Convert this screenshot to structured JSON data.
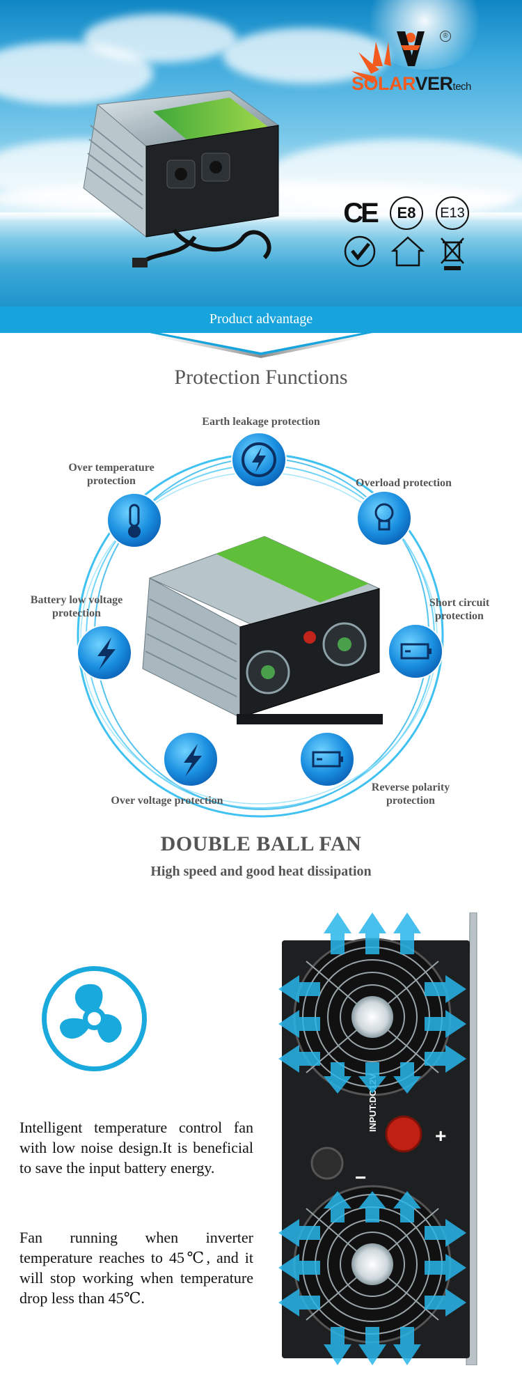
{
  "brand": {
    "logo_text_part1": "SOLAR",
    "logo_text_part2": "VER",
    "logo_text_part3": "tech",
    "registered_mark": "®",
    "colors": {
      "orange": "#f35a1e",
      "dark": "#1a1a1a"
    }
  },
  "certifications": {
    "ce": "CE",
    "e8": "E8",
    "e13": "E13",
    "icons": [
      "rohs-icon",
      "home-icon",
      "weee-icon"
    ]
  },
  "banner": {
    "label": "Product advantage",
    "color": "#17a3db"
  },
  "protection": {
    "title": "Protection Functions",
    "items": [
      {
        "label_line1": "Earth leakage protection",
        "label_line2": "",
        "icon": "power-icon"
      },
      {
        "label_line1": "Over temperature",
        "label_line2": "protection",
        "icon": "thermometer-icon"
      },
      {
        "label_line1": "Overload protection",
        "label_line2": "",
        "icon": "bulb-icon"
      },
      {
        "label_line1": "Battery low voltage",
        "label_line2": "protection",
        "icon": "lightning-icon"
      },
      {
        "label_line1": "Short circuit",
        "label_line2": "protection",
        "icon": "battery-icon"
      },
      {
        "label_line1": "Over voltage protection",
        "label_line2": "",
        "icon": "lightning-icon"
      },
      {
        "label_line1": "Reverse polarity",
        "label_line2": "protection",
        "icon": "battery-icon"
      }
    ]
  },
  "fan": {
    "title": "DOUBLE BALL FAN",
    "subtitle": "High speed and good heat dissipation",
    "icon": "fan-icon",
    "paragraph1": "Intelligent temperature control fan with low noise design.It is beneficial to save the input battery energy.",
    "paragraph2": "Fan running when inverter temperature reaches to 45℃, and it will stop working when temperature drop less than 45℃."
  },
  "panel": {
    "plus": "+",
    "minus": "−",
    "input_label": "INPUT:DC12V"
  }
}
